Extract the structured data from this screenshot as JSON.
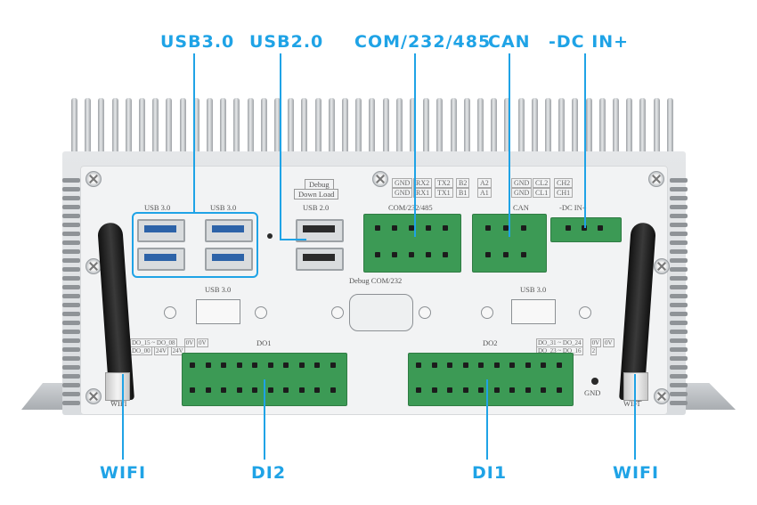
{
  "callouts": {
    "usb30": "USB3.0",
    "usb20": "USB2.0",
    "com": "COM/232/485",
    "can": "CAN",
    "dcin": "-DC IN+",
    "wifi_left": "WIFI",
    "di2": "DI2",
    "di1": "DI1",
    "wifi_right": "WIFI"
  },
  "panel_labels": {
    "usb30_a": "USB 3.0",
    "usb30_b": "USB 3.0",
    "debug": "Debug",
    "download": "Down Load",
    "usb20": "USB 2.0",
    "com": "COM/232/485",
    "can": "CAN",
    "dcin": "-DC IN+",
    "usb30_c": "USB 3.0",
    "usb30_d": "USB 3.0",
    "debug_com": "Debug COM/232",
    "do1": "DO1",
    "do2": "DO2",
    "gnd": "GND",
    "wifi_l": "WIFI",
    "wifi_r": "WIFI"
  },
  "com_pins": {
    "row1": [
      "GND",
      "RX2",
      "TX2",
      "B2",
      "A2"
    ],
    "row2": [
      "GND",
      "RX1",
      "TX1",
      "B1",
      "A1"
    ]
  },
  "can_pins": {
    "row1": [
      "GND",
      "CL2",
      "CH2"
    ],
    "row2": [
      "GND",
      "CL1",
      "CH1"
    ]
  },
  "do1_legend": {
    "row1": [
      "DO_15 ~ DO_08",
      "0V",
      "0V"
    ],
    "row2": [
      "DO_00",
      "24V",
      "24V"
    ]
  },
  "do2_legend": {
    "row1": [
      "DO_31 ~ DO_24",
      "0V",
      "0V"
    ],
    "row2": [
      "DO_23 ~ DO_16",
      "2"
    ]
  },
  "colors": {
    "callout": "#1fa3e6",
    "terminal": "#3c9a55",
    "usb3_tongue": "#2d63a8"
  }
}
